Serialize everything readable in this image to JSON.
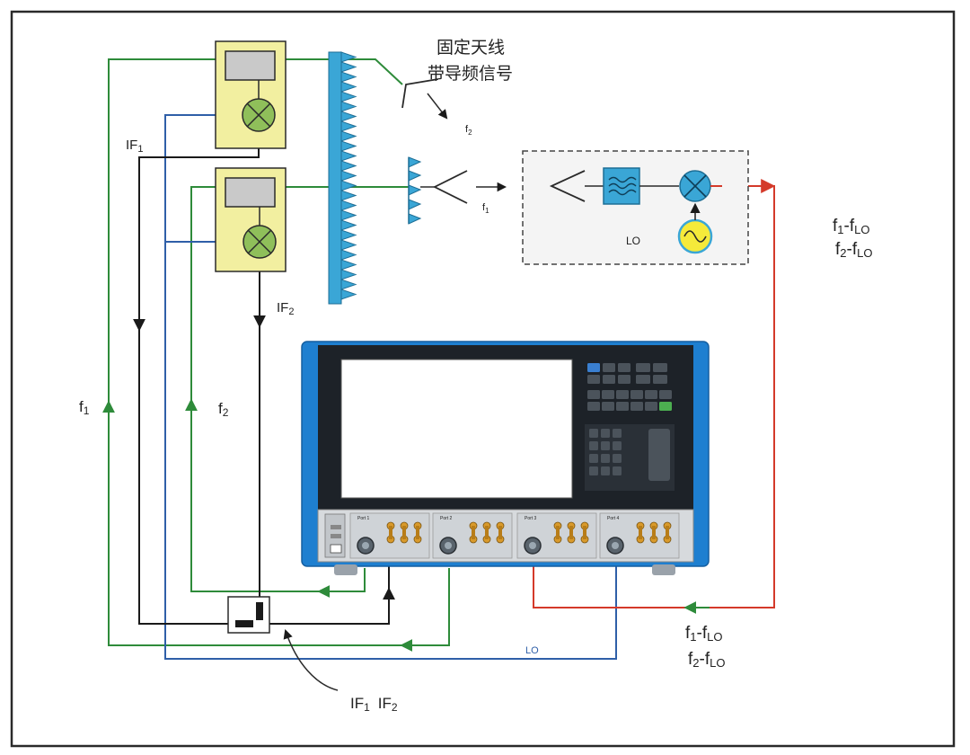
{
  "labels": {
    "antenna_title_line1": "固定天线",
    "antenna_title_line2": "带导频信号",
    "f2_small": "f",
    "f2_small_sub": "2",
    "f1_small": "f",
    "f1_small_sub": "1",
    "lo_box": "LO",
    "if1_left": "IF",
    "if1_left_sub": "1",
    "if2": "IF",
    "if2_sub": "2",
    "f1_left": "f",
    "f1_left_sub": "1",
    "f2_left": "f",
    "f2_left_sub": "2",
    "right_top_line1_a": "f",
    "right_top_line1_sub1": "1",
    "right_top_line1_b": "-f",
    "right_top_line1_sub2": "LO",
    "right_top_line2_a": "f",
    "right_top_line2_sub1": "2",
    "right_top_line2_b": "-f",
    "right_top_line2_sub2": "LO",
    "right_bot_line1_a": "f",
    "right_bot_line1_sub1": "1",
    "right_bot_line1_b": "-f",
    "right_bot_line1_sub2": "LO",
    "right_bot_line2_a": "f",
    "right_bot_line2_sub1": "2",
    "right_bot_line2_b": "-f",
    "right_bot_line2_sub2": "LO",
    "lo_bottom": "LO",
    "if_bottom_1": "IF",
    "if_bottom_1_sub": "1",
    "if_bottom_2": "IF",
    "if_bottom_2_sub": "2"
  },
  "vna": {
    "ports": [
      "Port 1",
      "Port 2",
      "Port 3",
      "Port 4"
    ]
  },
  "colors": {
    "green": "#2e8b3a",
    "blue": "#2f5fa8",
    "red": "#d43a2a",
    "black": "#1a1a1a",
    "absorber": "#3aa6d6",
    "module_bg": "#f2efa0",
    "mixer": "#8fbf5a",
    "vna_blue": "#1e7fd0"
  }
}
